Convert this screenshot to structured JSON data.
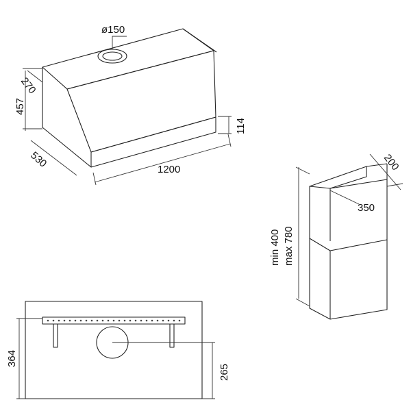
{
  "diagram": {
    "hood": {
      "duct_diameter": "ø150",
      "depth_top": "270",
      "total_height": "457",
      "front_height": "114",
      "depth": "530",
      "width": "1200"
    },
    "chimney": {
      "depth": "200",
      "width": "350",
      "min_height": "min 400",
      "max_height": "max 780"
    },
    "rear_view": {
      "height": "364",
      "duct_center_height": "265"
    },
    "colors": {
      "line": "#222222",
      "text": "#111111",
      "background": "#ffffff"
    }
  }
}
